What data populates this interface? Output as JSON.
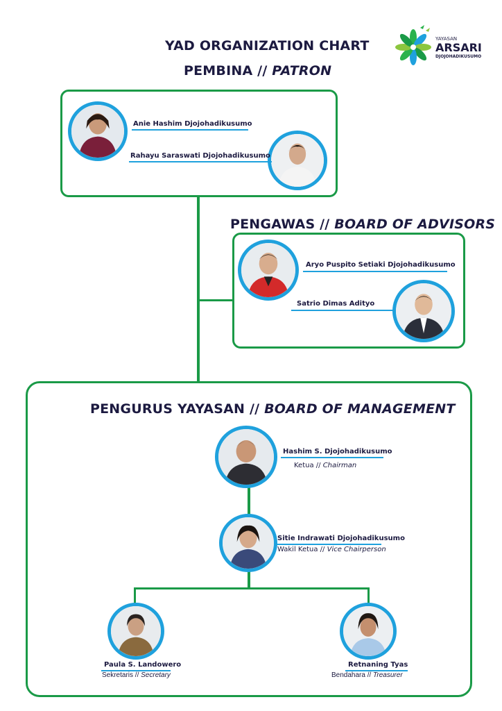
{
  "header": {
    "title": "YAD ORGANIZATION CHART",
    "logo": {
      "small": "YAYASAN",
      "big": "ARSARI",
      "sub": "DJOJOHADIKUSUMO"
    }
  },
  "patron": {
    "title": "PEMBINA //",
    "title_en": "PATRON",
    "members": [
      {
        "name": "Anie Hashim Djojohadikusumo"
      },
      {
        "name": "Rahayu Saraswati Djojohadikusumo"
      }
    ]
  },
  "advisors": {
    "title": "PENGAWAS //",
    "title_en": "BOARD OF ADVISORS",
    "members": [
      {
        "name": "Aryo Puspito Setiaki Djojohadikusumo"
      },
      {
        "name": "Satrio Dimas Adityo"
      }
    ]
  },
  "management": {
    "title": "PENGURUS YAYASAN //",
    "title_en": "BOARD OF MANAGEMENT",
    "members": [
      {
        "name": "Hashim S. Djojohadikusumo",
        "role": "Ketua //",
        "role_en": "Chairman"
      },
      {
        "name": "Sitie Indrawati Djojohadikusumo",
        "role": "Wakil Ketua //",
        "role_en": "Vice Chairperson"
      },
      {
        "name": "Paula S. Landowero",
        "role": "Sekretaris //",
        "role_en": "Secretary"
      },
      {
        "name": "Retnaning Tyas",
        "role": "Bendahara //",
        "role_en": "Treasurer"
      }
    ]
  },
  "colors": {
    "green": "#1a9a47",
    "blue": "#1fa1dd",
    "navy": "#1c1a40"
  }
}
